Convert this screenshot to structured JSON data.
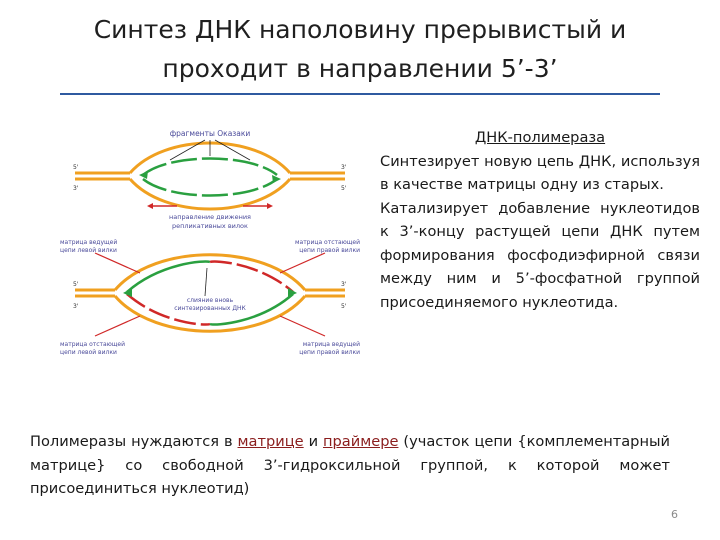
{
  "slide": {
    "title_line1": "Синтез ДНК наполовину прерывистый и",
    "title_line2": "проходит в направлении 5’-3’",
    "page_number": "6",
    "accent_color": "#2f5aa0"
  },
  "side_text": {
    "heading": "ДНК-полимераза",
    "paragraph1": "Синтезирует новую цепь ДНК, используя в качестве матрицы одну из старых.",
    "paragraph2": "Катализирует добавление нуклеотидов к 3’-концу растущей цепи ДНК путем формирования фосфодиэфирной связи между ним и 5’-фосфатной группой присоединяемого нуклеотида."
  },
  "bottom_text": {
    "part1": "Полимеразы нуждаются в ",
    "link1": "матрице",
    "part2": " и ",
    "link2": "праймере",
    "part3": " (участок цепи {комплементарный матрице} со свободной 3’-гидроксильной группой, к которой может присоединиться нуклеотид)"
  },
  "diagram": {
    "okazaki_label": "фрагменты Оказаки",
    "fork_direction_line1": "направление движения",
    "fork_direction_line2": "репликативных вилок",
    "left_top_line1": "матрица ведущей",
    "left_top_line2": "цепи левой вилки",
    "right_top_line1": "матрица отстающей",
    "right_top_line2": "цепи правой вилки",
    "center_line1": "слияние вновь",
    "center_line2": "синтезированных ДНК",
    "left_bottom_line1": "матрица отстающей",
    "left_bottom_line2": "цепи левой вилки",
    "right_bottom_line1": "матрица ведущей",
    "right_bottom_line2": "цепи правой вилки",
    "end5": "5'",
    "end3": "3'",
    "strand_color": "#f0a020",
    "green_color": "#2aa040",
    "red_color": "#d02828",
    "label_color": "#4a4a9a"
  }
}
